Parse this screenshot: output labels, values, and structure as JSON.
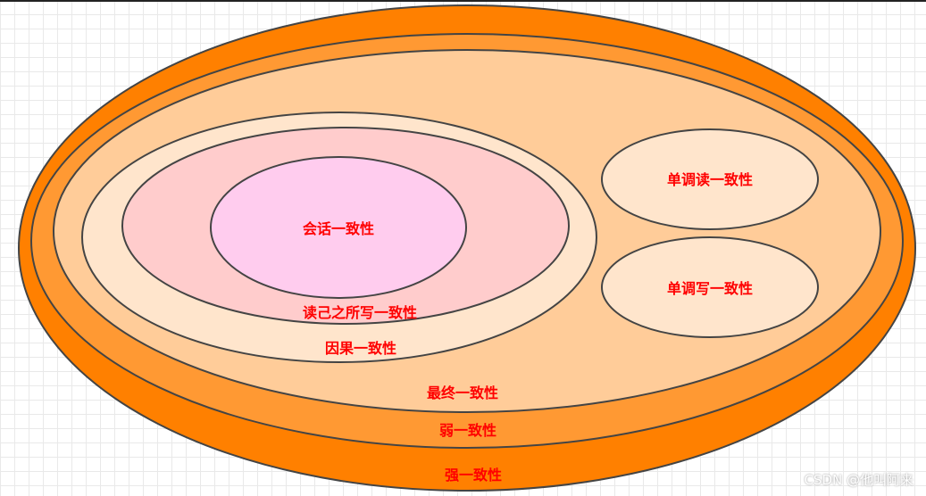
{
  "labels": {
    "strong": "强一致性",
    "weak": "弱一致性",
    "eventual": "最终一致性",
    "causal": "因果一致性",
    "read_your_writes": "读己之所写一致性",
    "session": "会话一致性",
    "monotonic_read": "单调读一致性",
    "monotonic_write": "单调写一致性"
  },
  "watermark": "CSDN @他叫阿来",
  "colors": {
    "strong": "#ff8000",
    "weak": "#ff9933",
    "eventual": "#ffcc99",
    "causal": "#ffe5cc",
    "read_your_writes": "#ffcccc",
    "session": "#ffccee",
    "monotonic": "#ffe5cc",
    "label": "#ff0000"
  }
}
